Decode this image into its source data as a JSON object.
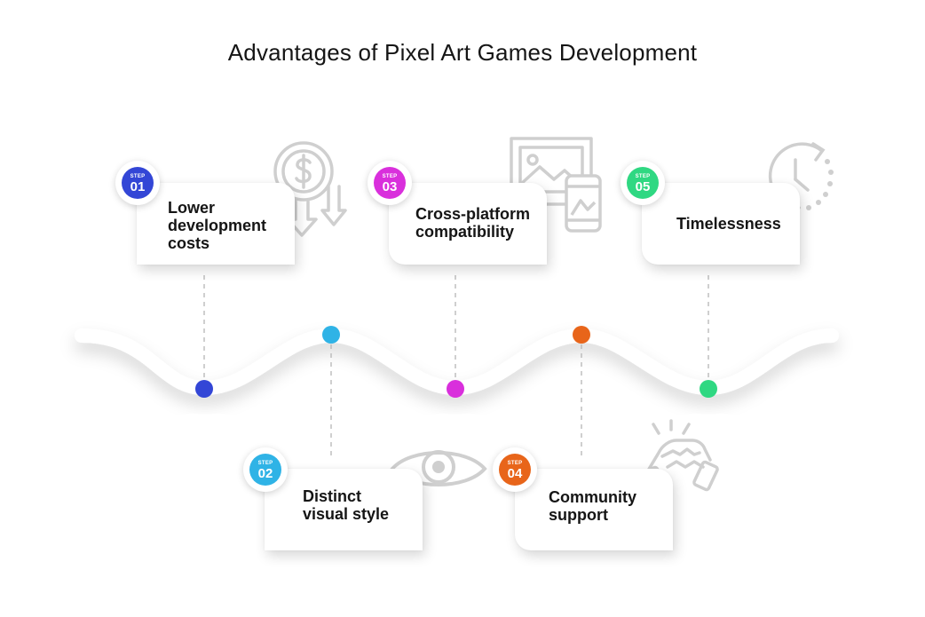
{
  "title": "Advantages of Pixel Art Games Development",
  "steps": [
    {
      "step_word": "STEP",
      "number": "01",
      "label": "Lower\ndevelopment\ncosts",
      "color": "#3346d6",
      "icon": "dollar-down-icon"
    },
    {
      "step_word": "STEP",
      "number": "02",
      "label": "Distinct\nvisual style",
      "color": "#2fb3e6",
      "icon": "eye-icon"
    },
    {
      "step_word": "STEP",
      "number": "03",
      "label": "Cross-platform\ncompatibility",
      "color": "#d92fdc",
      "icon": "devices-image-icon"
    },
    {
      "step_word": "STEP",
      "number": "04",
      "label": "Community\nsupport",
      "color": "#e8651a",
      "icon": "handshake-icon"
    },
    {
      "step_word": "STEP",
      "number": "05",
      "label": "Timelessness",
      "color": "#2fd882",
      "icon": "clock-icon"
    }
  ],
  "colors": {
    "icon_gray": "#cfcfcf",
    "connector": "#b5b5b5"
  }
}
